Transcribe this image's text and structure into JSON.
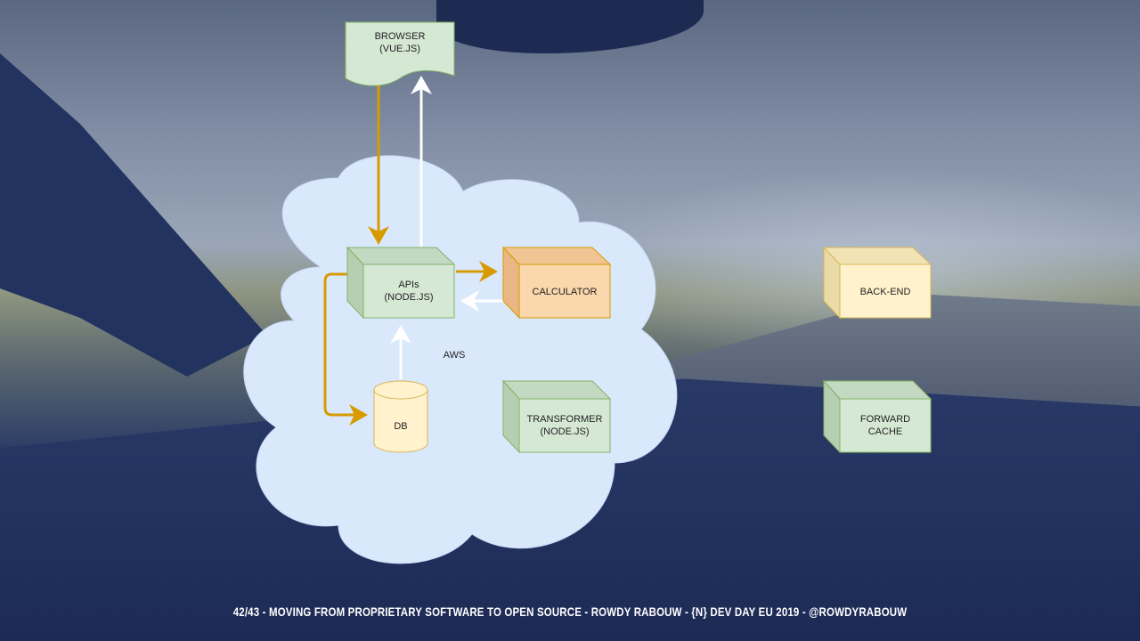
{
  "diagram": {
    "browser": {
      "line1": "BROWSER",
      "line2": "(VUE.JS)"
    },
    "cloud_label": "AWS",
    "apis": {
      "line1": "APIs",
      "line2": "(NODE.JS)"
    },
    "calculator": "CALCULATOR",
    "db": "DB",
    "transformer": {
      "line1": "TRANSFORMER",
      "line2": "(NODE.JS)"
    },
    "backend": "BACK-END",
    "forward_cache": {
      "line1": "FORWARD",
      "line2": "CACHE"
    }
  },
  "colors": {
    "green": "#d5e8d4",
    "orange": "#fad7ac",
    "yellow": "#fff2cc",
    "cloud": "#dae8fc",
    "gold_arrow": "#d79b00"
  },
  "footer": "42/43 - MOVING FROM PROPRIETARY SOFTWARE TO OPEN SOURCE - ROWDY RABOUW - {N} DEV DAY EU 2019 - @ROWDYRABOUW"
}
